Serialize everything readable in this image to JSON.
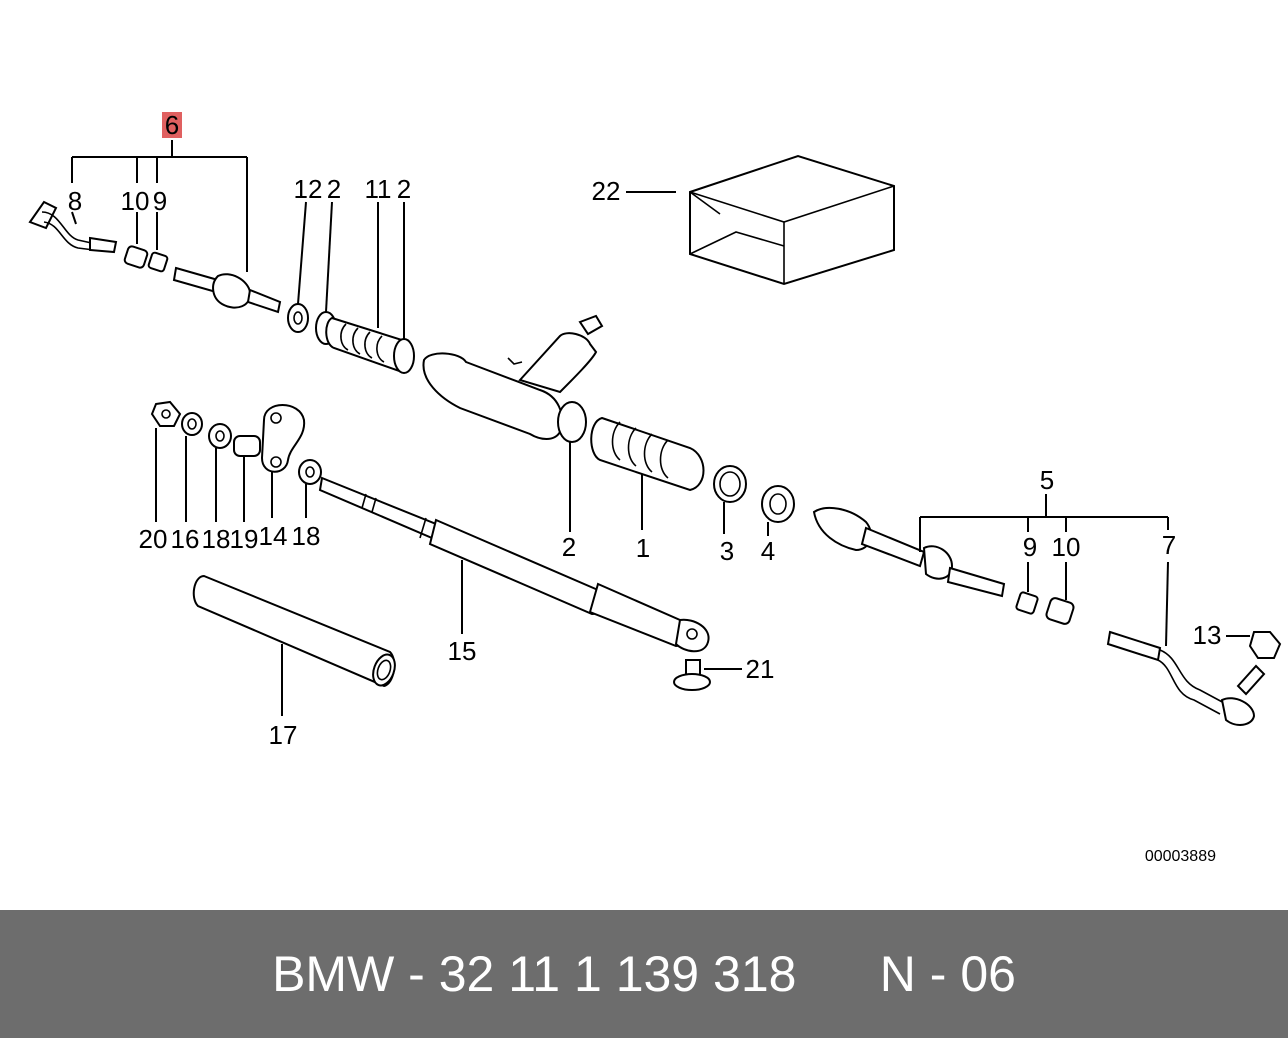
{
  "callouts": {
    "c1": "1",
    "c2a": "2",
    "c2b": "2",
    "c2c": "2",
    "c3": "3",
    "c4": "4",
    "c5": "5",
    "c6": "6",
    "c7": "7",
    "c8": "8",
    "c9a": "9",
    "c9b": "9",
    "c10a": "10",
    "c10b": "10",
    "c11": "11",
    "c12": "12",
    "c13": "13",
    "c14": "14",
    "c15": "15",
    "c16": "16",
    "c17": "17",
    "c18a": "18",
    "c18b": "18",
    "c19": "19",
    "c20": "20",
    "c21": "21",
    "c22": "22"
  },
  "image_number": "00003889",
  "footer": {
    "text": "BMW - 32 11 1 139 318      N - 06"
  },
  "colors": {
    "highlight": "#e06060",
    "footer_bg": "#6d6d6d",
    "footer_text": "#ffffff"
  }
}
